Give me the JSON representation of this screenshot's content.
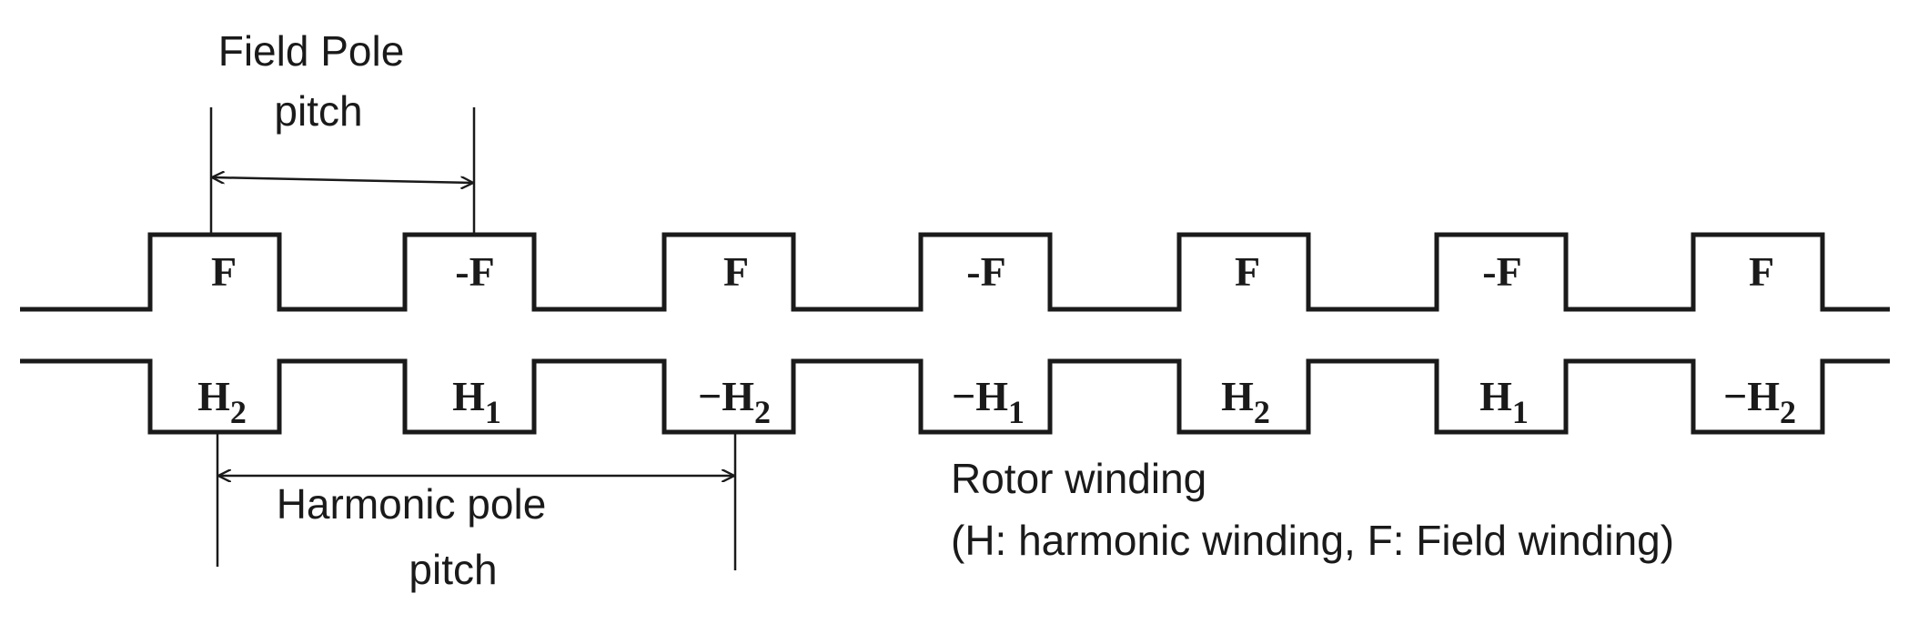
{
  "labels": {
    "field_pitch_line1": "Field Pole",
    "field_pitch_line2": "pitch",
    "harmonic_pitch_line1": "Harmonic pole",
    "harmonic_pitch_line2": "pitch",
    "rotor_line1": "Rotor winding",
    "rotor_line2": "(H: harmonic winding, F: Field winding)"
  },
  "field_slots": [
    "F",
    "-F",
    "F",
    "-F",
    "F",
    "-F",
    "F"
  ],
  "harmonic_slots": [
    {
      "sign": "",
      "base": "H",
      "sub": "2"
    },
    {
      "sign": "",
      "base": "H",
      "sub": "1"
    },
    {
      "sign": "−",
      "base": "H",
      "sub": "2"
    },
    {
      "sign": "−",
      "base": "H",
      "sub": "1"
    },
    {
      "sign": "",
      "base": "H",
      "sub": "2"
    },
    {
      "sign": "",
      "base": "H",
      "sub": "1"
    },
    {
      "sign": "−",
      "base": "H",
      "sub": "2"
    }
  ]
}
